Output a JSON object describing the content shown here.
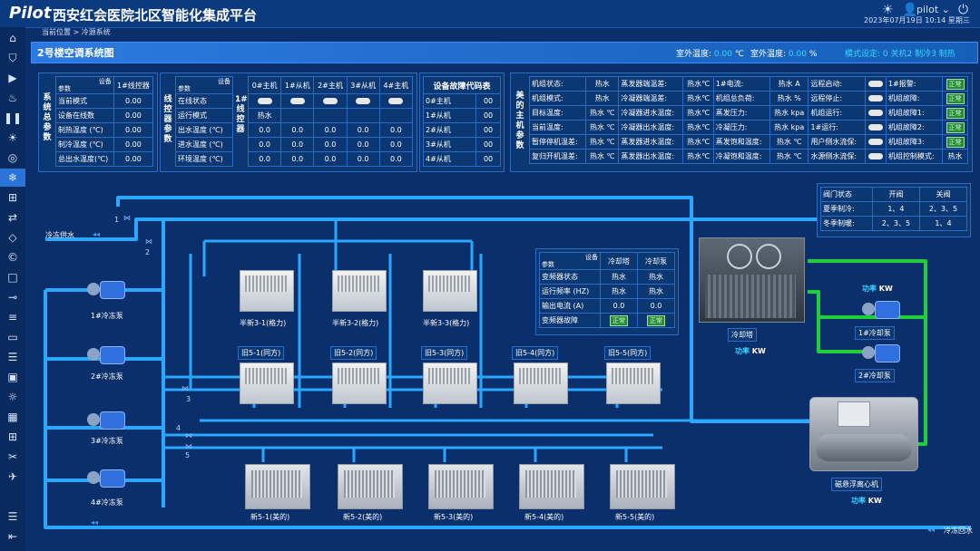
{
  "app": {
    "logo": "Pilot",
    "title": "西安红会医院北区智能化集成平台",
    "user": "pilot",
    "datetime": "2023年07月19日 10:14 星期三",
    "breadcrumb": "当前位置 > 冷源系统"
  },
  "panel": {
    "title": "2号楼空调系统图",
    "outdoor_temp_label": "室外温度:",
    "outdoor_temp_value": "0.00",
    "outdoor_temp_unit": "℃",
    "outdoor_hum_label": "室外温度:",
    "outdoor_hum_value": "0.00",
    "outdoor_hum_unit": "%",
    "mode": "模式设定: 0 关机2 制冷3 制热"
  },
  "sys_params": {
    "vlabel": "系统总参数",
    "header_device": "设备",
    "header_param": "参数",
    "header_unit": "1#线控器",
    "rows": [
      {
        "label": "当前模式",
        "value": "0.00"
      },
      {
        "label": "设备在线数",
        "value": "0.00"
      },
      {
        "label": "制热温度 (℃)",
        "value": "0.00"
      },
      {
        "label": "制冷温度 (℃)",
        "value": "0.00"
      },
      {
        "label": "总出水温度(℃)",
        "value": "0.00"
      }
    ]
  },
  "line_ctrl": {
    "vlabel": "线控器参数",
    "vlabel2": "1#线控器",
    "header_device": "设备",
    "header_param": "参数",
    "columns": [
      "0#主机",
      "1#从机",
      "2#主机",
      "3#从机",
      "4#主机"
    ],
    "rows": [
      {
        "label": "在线状态",
        "values": [
          "",
          "",
          "",
          "",
          ""
        ]
      },
      {
        "label": "运行模式",
        "values": [
          "热水",
          "",
          "",
          "",
          ""
        ]
      },
      {
        "label": "出水温度 (℃)",
        "values": [
          "0.0",
          "0.0",
          "0.0",
          "0.0",
          "0.0"
        ]
      },
      {
        "label": "进水温度 (℃)",
        "values": [
          "0.0",
          "0.0",
          "0.0",
          "0.0",
          "0.0"
        ]
      },
      {
        "label": "环境温度 (℃)",
        "values": [
          "0.0",
          "0.0",
          "0.0",
          "0.0",
          "0.0"
        ]
      }
    ]
  },
  "fault_codes": {
    "title": "设备故障代码表",
    "rows": [
      {
        "label": "0#主机",
        "value": "00"
      },
      {
        "label": "1#从机",
        "value": "00"
      },
      {
        "label": "2#从机",
        "value": "00"
      },
      {
        "label": "3#从机",
        "value": "00"
      },
      {
        "label": "4#从机",
        "value": "00"
      }
    ]
  },
  "midea": {
    "vlabel": "美的主机参数",
    "col1": [
      {
        "label": "机组状态:",
        "value": "热水"
      },
      {
        "label": "机组模式:",
        "value": "热水"
      },
      {
        "label": "目标温度:",
        "value": "热水",
        "unit": "℃"
      },
      {
        "label": "当前温度:",
        "value": "热水",
        "unit": "℃"
      },
      {
        "label": "暂停停机温差:",
        "value": "热水",
        "unit": "℃"
      },
      {
        "label": "复归开机温差:",
        "value": "热水",
        "unit": "℃"
      }
    ],
    "col2": [
      {
        "label": "蒸发器端温差:",
        "value": "热水",
        "unit": "℃"
      },
      {
        "label": "冷凝器端温差:",
        "value": "热水",
        "unit": "℃"
      },
      {
        "label": "冷凝器进水温度:",
        "value": "热水",
        "unit": "℃"
      },
      {
        "label": "冷凝器出水温度:",
        "value": "热水",
        "unit": "℃"
      },
      {
        "label": "蒸发器进水温度:",
        "value": "热水",
        "unit": "℃"
      },
      {
        "label": "蒸发器出水温度:",
        "value": "热水",
        "unit": "℃"
      }
    ],
    "col3": [
      {
        "label": "1#电流:",
        "value": "热水",
        "unit": "A"
      },
      {
        "label": "机组总负荷:",
        "value": "热水",
        "unit": "%"
      },
      {
        "label": "蒸发压力:",
        "value": "热水",
        "unit": "kpa"
      },
      {
        "label": "冷凝压力:",
        "value": "热水",
        "unit": "kpa"
      },
      {
        "label": "蒸发饱和温度:",
        "value": "热水",
        "unit": "℃"
      },
      {
        "label": "冷凝饱和温度:",
        "value": "热水",
        "unit": "℃"
      }
    ],
    "col4": [
      {
        "label": "远程启动:"
      },
      {
        "label": "远程停止:"
      },
      {
        "label": "机组运行:"
      },
      {
        "label": "1#运行:"
      },
      {
        "label": "用户侧水流保:"
      },
      {
        "label": "水源侧水流保:"
      }
    ],
    "col5": [
      {
        "label": "1#报警:",
        "value": "正常"
      },
      {
        "label": "机组故障:",
        "value": "正常"
      },
      {
        "label": "机组故障1:",
        "value": "正常"
      },
      {
        "label": "机组故障2:",
        "value": "正常"
      },
      {
        "label": "机组故障3:",
        "value": "正常"
      },
      {
        "label": "机组控制模式:",
        "value": "热水"
      }
    ]
  },
  "valve_table": {
    "headers": [
      "阀门状态",
      "开阀",
      "关阀"
    ],
    "rows": [
      [
        "夏季制冷:",
        "1、4",
        "2、3、5"
      ],
      [
        "冬季制暖:",
        "2、3、5",
        "1、4"
      ]
    ]
  },
  "tower_table": {
    "header_device": "设备",
    "header_param": "参数",
    "columns": [
      "冷却塔",
      "冷却泵"
    ],
    "rows": [
      {
        "label": "变频器状态",
        "values": [
          "热水",
          "热水"
        ]
      },
      {
        "label": "运行频率 (HZ)",
        "values": [
          "热水",
          "热水"
        ]
      },
      {
        "label": "输出电流 (A)",
        "values": [
          "0.0",
          "0.0"
        ]
      },
      {
        "label": "变频器故障",
        "values": [
          "正常",
          "正常"
        ]
      }
    ]
  },
  "diagram": {
    "supply_label": "冷冻供水",
    "return_label": "冷冻回水",
    "valve_numbers": [
      "1",
      "2",
      "3",
      "4",
      "5"
    ],
    "pumps": [
      "1#冷冻泵",
      "2#冷冻泵",
      "3#冷冻泵",
      "4#冷冻泵"
    ],
    "semi_units": [
      "半新3-1(格力)",
      "半新3-2(格力)",
      "半新3-3(格力)"
    ],
    "old_units": [
      "旧5-1(同方)",
      "旧5-2(同方)",
      "旧5-3(同方)",
      "旧5-4(同方)",
      "旧5-5(同方)"
    ],
    "new_units": [
      "新5-1(美的)",
      "新5-2(美的)",
      "新5-3(美的)",
      "新5-4(美的)",
      "新5-5(美的)"
    ],
    "tower_label": "冷却塔",
    "tower_power": "功率",
    "tower_power_unit": "KW",
    "cooling_pumps": [
      "1#冷却泵",
      "2#冷却泵"
    ],
    "cooling_power": "功率",
    "cooling_power_unit": "KW",
    "chiller_label": "磁悬浮离心机",
    "chiller_power_top": "功率",
    "chiller_power_top_unit": "KW",
    "chiller_power": "功率",
    "chiller_power_unit": "KW"
  }
}
